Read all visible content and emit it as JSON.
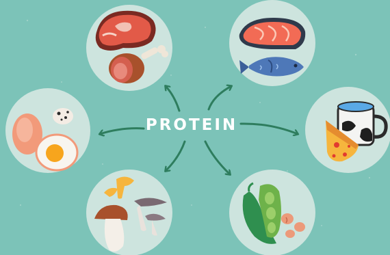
{
  "title": "PROTEIN",
  "colors": {
    "background": "#7cc3b8",
    "circle": "#cde4de",
    "arrow": "#2e7d5e",
    "title": "#ffffff"
  },
  "food_groups": [
    {
      "id": "meat",
      "icon": "meat-steak-and-ham-icon"
    },
    {
      "id": "fish",
      "icon": "salmon-and-fish-icon"
    },
    {
      "id": "eggs",
      "icon": "eggs-icon"
    },
    {
      "id": "dairy",
      "icon": "milk-and-cheese-icon"
    },
    {
      "id": "mushrooms",
      "icon": "mushrooms-icon"
    },
    {
      "id": "legumes",
      "icon": "beans-and-peas-icon"
    }
  ]
}
